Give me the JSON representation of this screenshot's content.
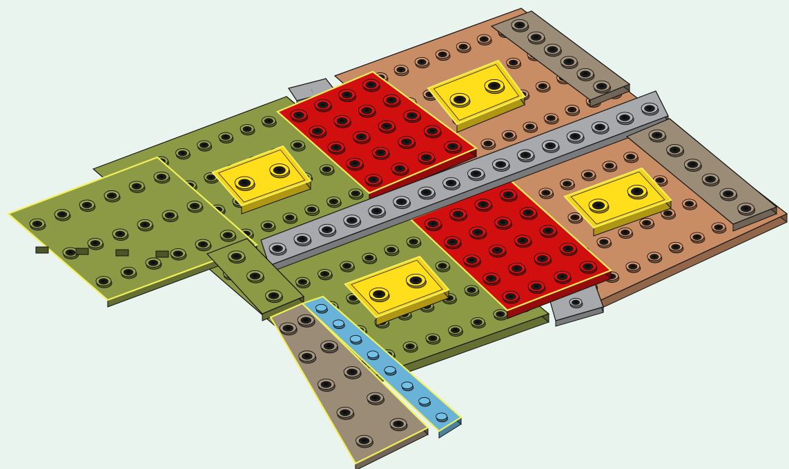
{
  "scene": {
    "kind": "lego-build-step",
    "caption": "",
    "background": "#eaf4ee",
    "highlight": "#f4f05a"
  },
  "colors": {
    "olive": "#8c9a45",
    "red": "#d10f0f",
    "yellow": "#f5d21a",
    "tan": "#c98d66",
    "gray": "#a7a9ac",
    "dark_tan": "#9b8c77",
    "blue": "#6ab3d8"
  },
  "pieces": [
    {
      "name": "olive-base-plate",
      "color": "olive",
      "studs_w": 7,
      "studs_d": 7,
      "highlighted": false
    },
    {
      "name": "tan-base-plate",
      "color": "tan",
      "studs_w": 7,
      "studs_d": 7,
      "highlighted": false
    },
    {
      "name": "olive-wing-plate",
      "color": "olive",
      "studs_w": 6,
      "studs_d": 3,
      "highlighted": true
    },
    {
      "name": "red-plate-4x6-upper",
      "color": "red",
      "studs_w": 4,
      "studs_d": 5,
      "highlighted": true
    },
    {
      "name": "red-plate-4x6-lower",
      "color": "red",
      "studs_w": 4,
      "studs_d": 5,
      "highlighted": true
    },
    {
      "name": "gray-plate-1x16",
      "color": "gray",
      "studs_w": 1,
      "studs_d": 16,
      "highlighted": false
    },
    {
      "name": "yellow-tile-2x3-a",
      "color": "yellow",
      "studs_w": 2,
      "studs_d": 1,
      "highlighted": true
    },
    {
      "name": "yellow-tile-2x3-b",
      "color": "yellow",
      "studs_w": 2,
      "studs_d": 1,
      "highlighted": true
    },
    {
      "name": "yellow-tile-2x3-c",
      "color": "yellow",
      "studs_w": 2,
      "studs_d": 1,
      "highlighted": true
    },
    {
      "name": "yellow-tile-2x3-d",
      "color": "yellow",
      "studs_w": 2,
      "studs_d": 1,
      "highlighted": true
    },
    {
      "name": "dark-tan-plate-1x6-top",
      "color": "dark_tan",
      "studs_w": 1,
      "studs_d": 6,
      "highlighted": false
    },
    {
      "name": "dark-tan-plate-1x6-right",
      "color": "dark_tan",
      "studs_w": 1,
      "studs_d": 6,
      "highlighted": false
    },
    {
      "name": "olive-plate-1x4",
      "color": "olive",
      "studs_w": 1,
      "studs_d": 3,
      "highlighted": false
    },
    {
      "name": "dark-tan-wedge-plate",
      "color": "dark_tan",
      "studs_w": 2,
      "studs_d": 5,
      "highlighted": true
    },
    {
      "name": "blue-tile-1x8",
      "color": "blue",
      "studs_w": 1,
      "studs_d": 8,
      "highlighted": true
    }
  ]
}
